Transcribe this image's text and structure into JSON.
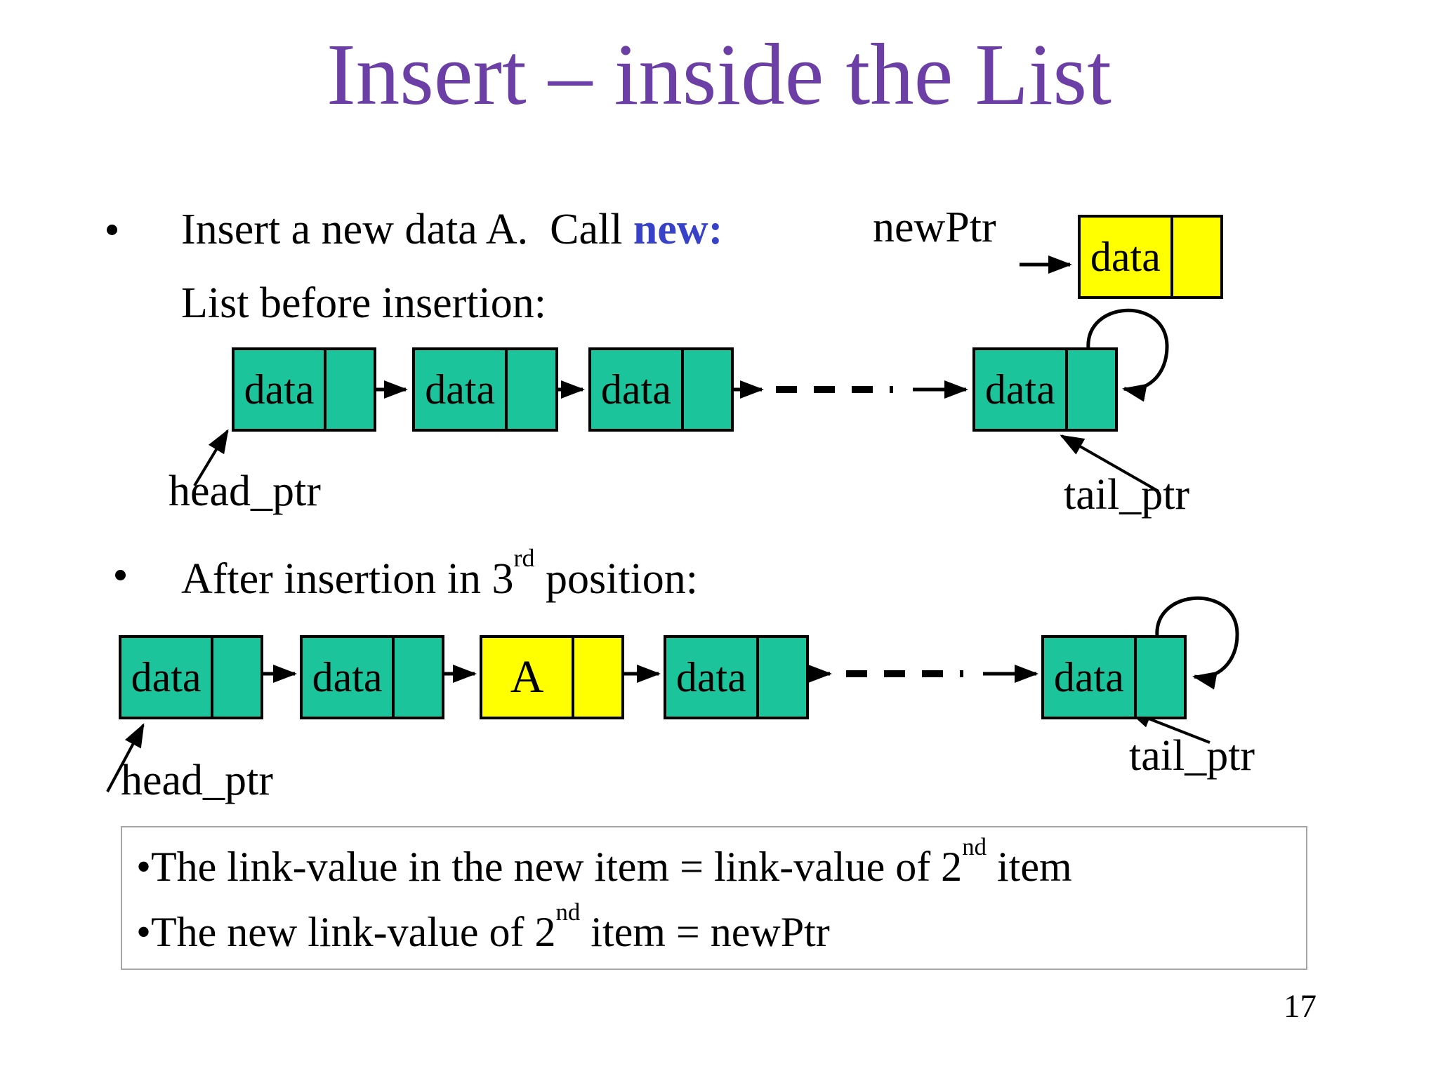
{
  "page": {
    "title": "Insert – inside the List",
    "page_number": "17"
  },
  "colors": {
    "title_purple": "#6B3FA5",
    "keyword_blue": "#3742C8",
    "node_green": "#1BC49B",
    "node_yellow": "#FFFF00",
    "note_border_gray": "#A6A6A6"
  },
  "bullet1": {
    "text": "Insert a new data A.  Call ",
    "keyword": "new:",
    "subtitle": "List before insertion:"
  },
  "new_node": {
    "pointer_label": "newPtr",
    "data_label": "data"
  },
  "list_before": {
    "nodes": [
      "data",
      "data",
      "data",
      "data"
    ],
    "head_label": "head_ptr",
    "tail_label": "tail_ptr"
  },
  "bullet2": {
    "pre": "After insertion in 3",
    "sup": "rd",
    "post": " position:"
  },
  "list_after": {
    "nodes": [
      "data",
      "data",
      "A",
      "data",
      "data"
    ],
    "head_label": "head_ptr",
    "tail_label": "tail_ptr"
  },
  "note_box": {
    "line1": {
      "pre": "•The link-value in the new item = link-value of 2",
      "sup": "nd",
      "post": " item"
    },
    "line2": {
      "pre": "•The new link-value of 2",
      "sup": "nd",
      "post": " item = newPtr"
    }
  }
}
